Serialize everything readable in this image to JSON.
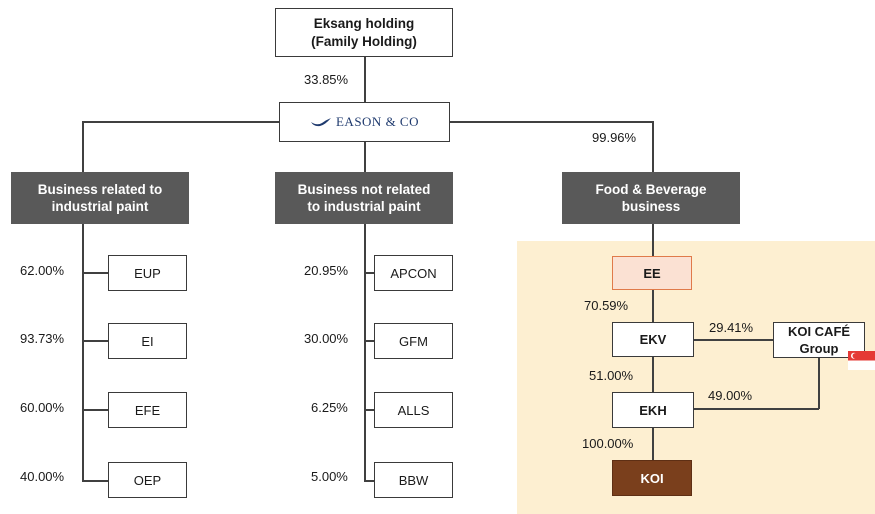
{
  "top": {
    "holding_line1": "Eksang holding",
    "holding_line2": "(Family Holding)",
    "holding_pct": "33.85%",
    "eason_logo_text": "EASON & CO",
    "fb_pct": "99.96%"
  },
  "categories": {
    "paint_line1": "Business related to",
    "paint_line2": "industrial paint",
    "nonpaint_line1": "Business not related",
    "nonpaint_line2": "to industrial paint",
    "fb_line1": "Food & Beverage",
    "fb_line2": "business"
  },
  "paint": [
    {
      "pct": "62.00%",
      "name": "EUP"
    },
    {
      "pct": "93.73%",
      "name": "EI"
    },
    {
      "pct": "60.00%",
      "name": "EFE"
    },
    {
      "pct": "40.00%",
      "name": "OEP"
    }
  ],
  "nonpaint": [
    {
      "pct": "20.95%",
      "name": "APCON"
    },
    {
      "pct": "30.00%",
      "name": "GFM"
    },
    {
      "pct": "6.25%",
      "name": "ALLS"
    },
    {
      "pct": "5.00%",
      "name": "BBW"
    }
  ],
  "fb": {
    "ee": "EE",
    "ee_ekv_pct": "70.59%",
    "ekv": "EKV",
    "ekv_koi_cafe_pct": "29.41%",
    "koi_cafe_line1": "KOI CAFÉ",
    "koi_cafe_line2": "Group",
    "ekv_ekh_pct": "51.00%",
    "ekh": "EKH",
    "ekh_koi_cafe_pct": "49.00%",
    "ekh_koi_pct": "100.00%",
    "koi": "KOI"
  },
  "colors": {
    "dark_box": "#595959",
    "fb_panel": "#fdefd1",
    "ee_fill": "#fbe1d3",
    "ee_border": "#e07a4a",
    "koi_fill": "#7a3f1c",
    "logo_blue": "#1f3a6e",
    "flag_red": "#e53935"
  },
  "icons": {
    "eason_logo": "wing-logo-icon",
    "flag": "singapore-flag-icon"
  }
}
